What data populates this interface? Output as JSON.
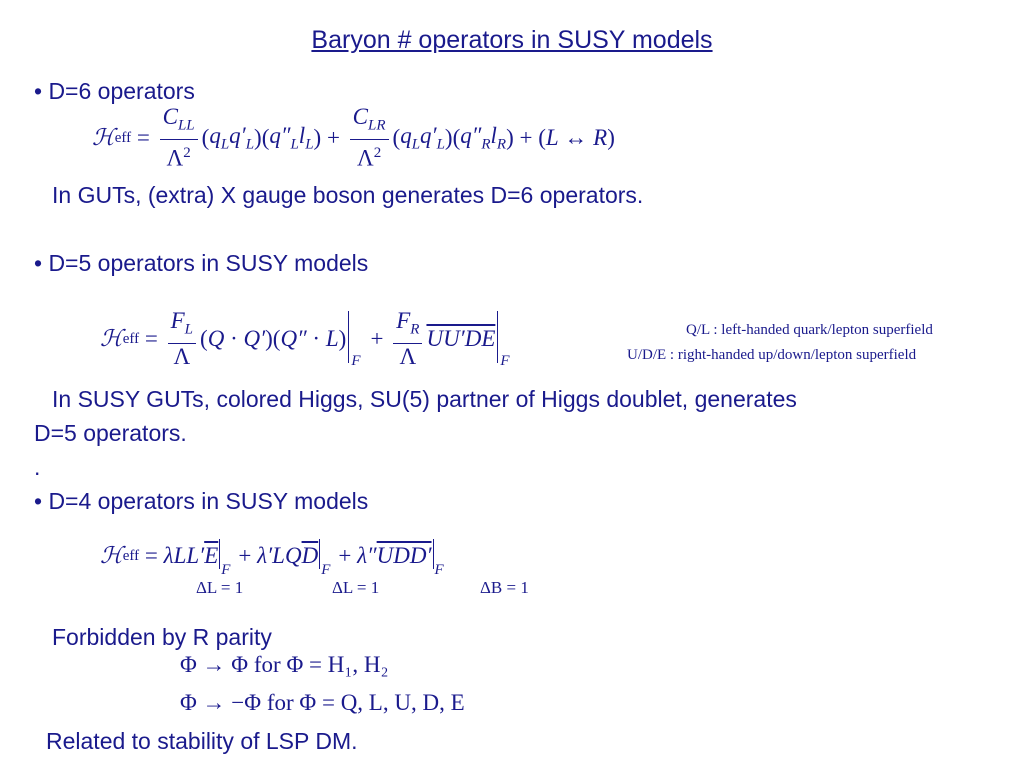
{
  "slide": {
    "title": "Baryon # operators in SUSY models",
    "bullet1": "• D=6 operators",
    "text1": "In GUTs, (extra) X gauge boson generates D=6 operators.",
    "bullet2": "• D=5 operators in SUSY models",
    "note1": "Q/L : left-handed quark/lepton superfield",
    "note2": "U/D/E : right-handed up/down/lepton superfield",
    "text2_line1": "In SUSY GUTs, colored Higgs, SU(5) partner of Higgs doublet,  generates",
    "text2_line2": "D=5 operators.",
    "dot": ".",
    "bullet3": "• D=4 operators in SUSY models",
    "delta1": "ΔL = 1",
    "delta2": "ΔL = 1",
    "delta3": "ΔB = 1",
    "text3": "Forbidden by R parity",
    "rparity1": "Φ → Φ  for  Φ = H₁, H₂",
    "rparity2": "Φ → −Φ  for  Φ = Q, L, U, D, E",
    "text4": "Related to stability of LSP DM."
  },
  "colors": {
    "text": "#1a1a8c",
    "background": "#ffffff"
  }
}
